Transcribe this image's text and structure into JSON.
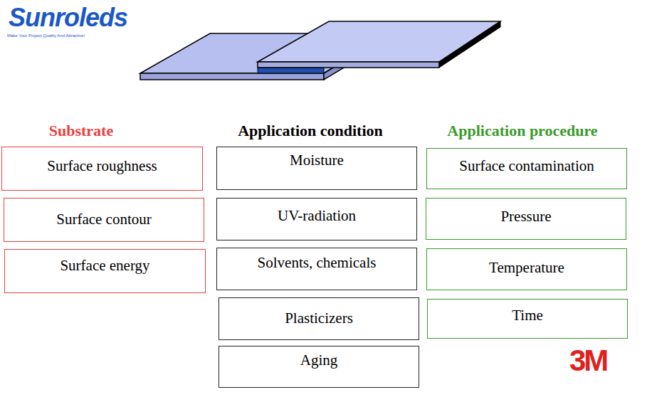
{
  "diagram": {
    "nodes": [
      {
        "text": [
          "Surface roughness"
        ]
      },
      {
        "text": [
          "Moisture"
        ]
      },
      {
        "text": [
          "Surface contamination"
        ]
      },
      {
        "text": [
          "Surface contour"
        ]
      },
      {
        "text": [
          "UV-radiation"
        ]
      },
      {
        "text": [
          "Pressure"
        ]
      },
      {
        "text": [
          "Surface energy"
        ]
      },
      {
        "text": [
          "Solvents, chemicals"
        ]
      },
      {
        "text": [
          "Temperature"
        ]
      },
      {
        "text": [
          "Plasticizers"
        ]
      },
      {
        "text": [
          "Time"
        ]
      },
      {
        "text": [
          "Aging"
        ]
      }
    ],
    "labels": [
      "Sunroleds",
      "Make Your Project Quality And Attractive!",
      "Substrate",
      "Application condition",
      "Application procedure",
      "3M"
    ]
  }
}
